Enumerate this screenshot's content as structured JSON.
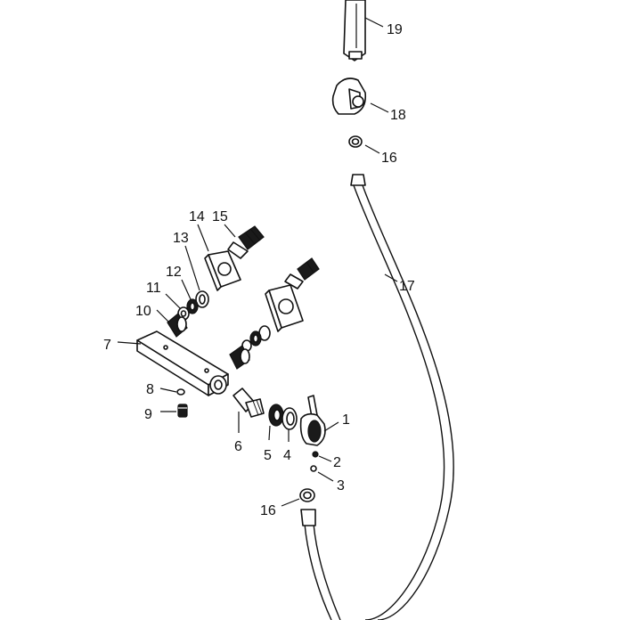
{
  "callouts": {
    "c1": "1",
    "c2": "2",
    "c3": "3",
    "c4": "4",
    "c5": "5",
    "c6": "6",
    "c7": "7",
    "c8": "8",
    "c9": "9",
    "c10": "10",
    "c11": "11",
    "c12": "12",
    "c13": "13",
    "c14": "14",
    "c15": "15",
    "c16_top": "16",
    "c16_bottom": "16",
    "c17": "17",
    "c18": "18",
    "c19": "19"
  }
}
